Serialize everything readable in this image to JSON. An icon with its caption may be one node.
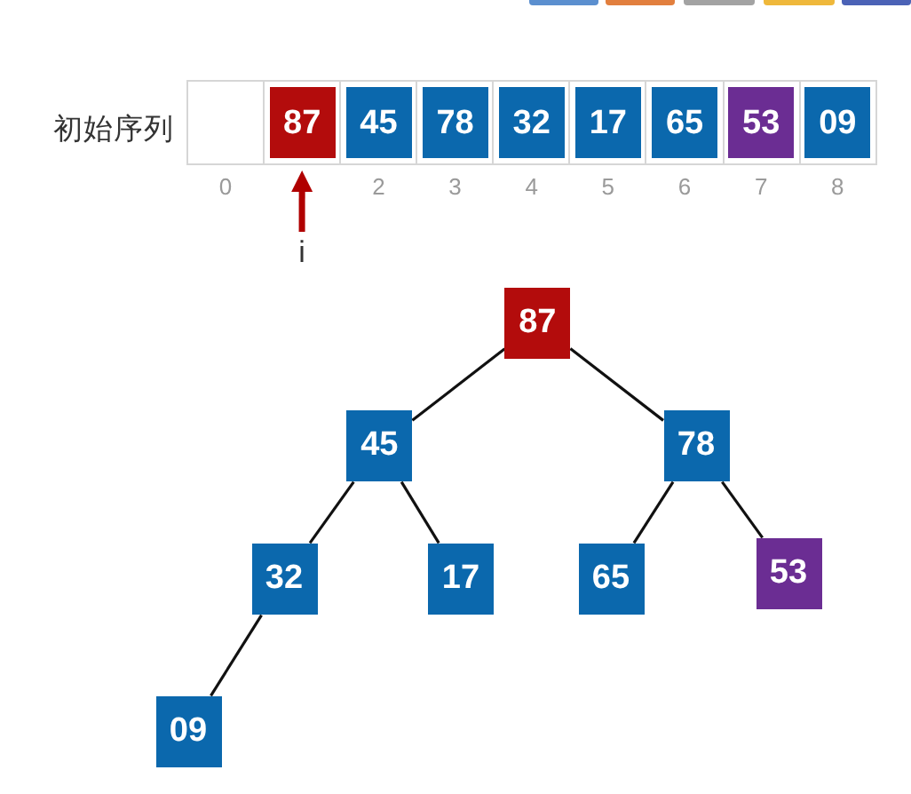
{
  "diagram": {
    "nodes": [
      {
        "text": [],
        "shape": "box",
        "beside": [
          "0"
        ]
      },
      {
        "text": [
          "87"
        ]
      },
      {
        "text": [
          "45"
        ],
        "beside": [
          "2"
        ]
      },
      {
        "text": [
          "78"
        ],
        "beside": [
          "3"
        ]
      },
      {
        "text": [
          "32"
        ],
        "beside": [
          "4"
        ]
      },
      {
        "text": [
          "17"
        ],
        "beside": [
          "5"
        ]
      },
      {
        "text": [
          "65"
        ],
        "beside": [
          "6"
        ]
      },
      {
        "text": [
          "53"
        ],
        "beside": [
          "7"
        ]
      },
      {
        "text": [
          "09"
        ],
        "beside": [
          "8"
        ]
      },
      {
        "text": [
          "i"
        ]
      },
      {
        "text": [
          "87"
        ]
      },
      {
        "text": [
          "45"
        ]
      },
      {
        "text": [
          "78"
        ]
      },
      {
        "text": [
          "32"
        ]
      },
      {
        "text": [
          "17"
        ]
      },
      {
        "text": [
          "65"
        ]
      },
      {
        "text": [
          "53"
        ]
      },
      {
        "text": [
          "09"
        ]
      }
    ],
    "edges": [
      {
        "from": 9,
        "to": 1,
        "arrow": "to",
        "style": "thick",
        "color": "#b00000"
      },
      {
        "from": 10,
        "to": 11,
        "arrow": "none"
      },
      {
        "from": 10,
        "to": 12,
        "arrow": "none"
      },
      {
        "from": 11,
        "to": 13,
        "arrow": "none"
      },
      {
        "from": 11,
        "to": 14,
        "arrow": "none"
      },
      {
        "from": 12,
        "to": 15,
        "arrow": "none"
      },
      {
        "from": 12,
        "to": 16,
        "arrow": "none"
      },
      {
        "from": 13,
        "to": 17,
        "arrow": "none"
      }
    ],
    "labels": [
      "初始序列"
    ]
  }
}
